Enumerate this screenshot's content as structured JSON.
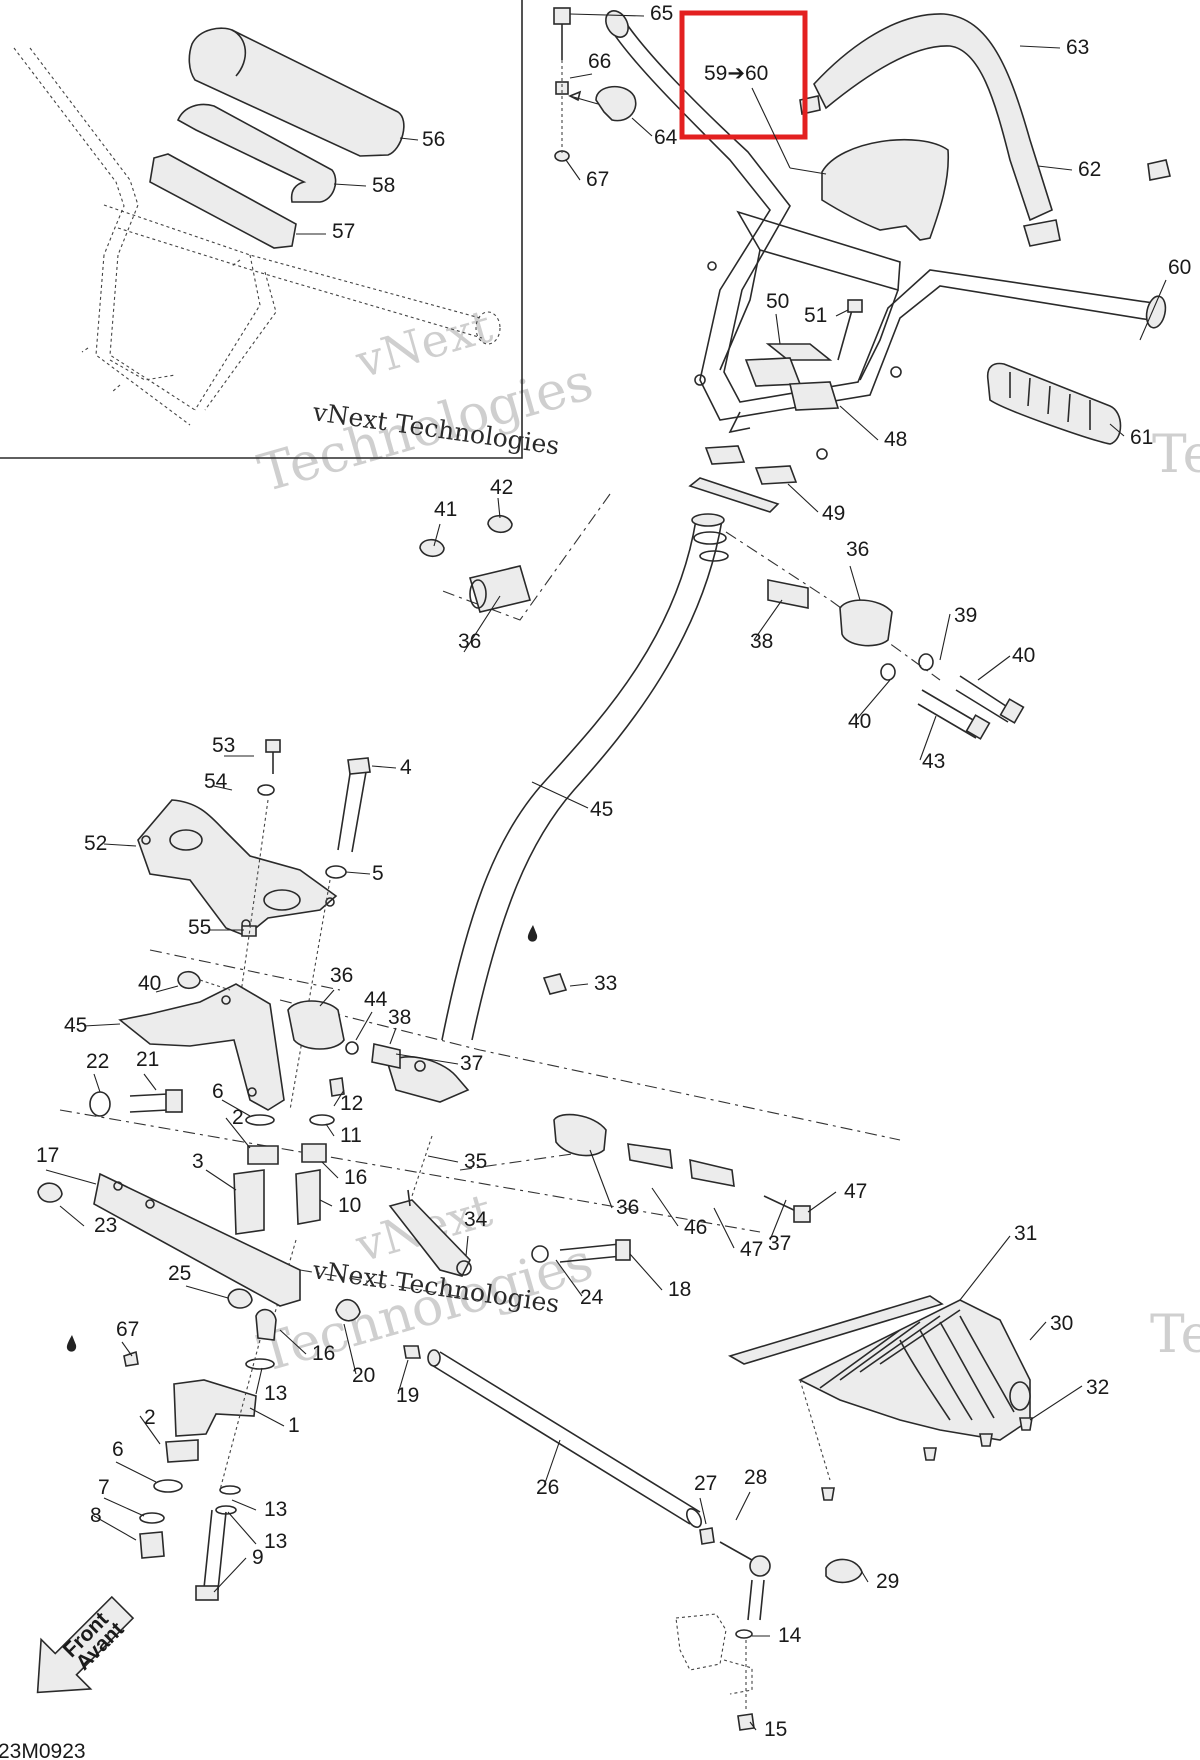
{
  "diagram": {
    "callouts": [
      "1",
      "2",
      "2",
      "3",
      "4",
      "5",
      "6",
      "6",
      "7",
      "8",
      "9",
      "10",
      "11",
      "12",
      "13",
      "13",
      "13",
      "14",
      "15",
      "16",
      "16",
      "17",
      "18",
      "19",
      "20",
      "21",
      "22",
      "23",
      "24",
      "25",
      "26",
      "27",
      "28",
      "29",
      "30",
      "31",
      "32",
      "33",
      "34",
      "35",
      "36",
      "36",
      "36",
      "36",
      "37",
      "37",
      "38",
      "38",
      "39",
      "40",
      "40",
      "40",
      "41",
      "42",
      "43",
      "44",
      "45",
      "45",
      "46",
      "47",
      "47",
      "48",
      "49",
      "50",
      "51",
      "52",
      "53",
      "54",
      "55",
      "56",
      "57",
      "58",
      "60",
      "61",
      "62",
      "63",
      "64",
      "65",
      "66",
      "67",
      "67"
    ],
    "highlight_label": "59➔60",
    "highlight_color": "#e32020",
    "watermark_line1": "vNext",
    "watermark_line2": "Technologies",
    "watermark_caption": "vNext Technologies",
    "watermark_edge": "Te",
    "direction_arrow": {
      "line1": "Front",
      "line2": "Avant"
    },
    "figure_code": "23M0923",
    "fluid_icon": "drop-icon"
  }
}
